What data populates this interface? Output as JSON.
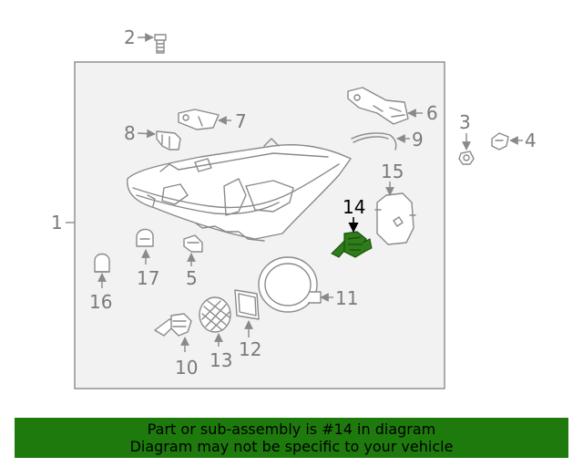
{
  "diagram": {
    "callouts": [
      "1",
      "2",
      "3",
      "4",
      "5",
      "6",
      "7",
      "8",
      "9",
      "10",
      "11",
      "12",
      "13",
      "14",
      "15",
      "16",
      "17"
    ],
    "highlighted_callout": "14",
    "highlight_color": "#2e7d1a"
  },
  "banner": {
    "line1": "Part or sub-assembly is #14 in diagram",
    "line2": "Diagram may not be specific to your vehicle",
    "background_color": "#1e7a0c"
  }
}
